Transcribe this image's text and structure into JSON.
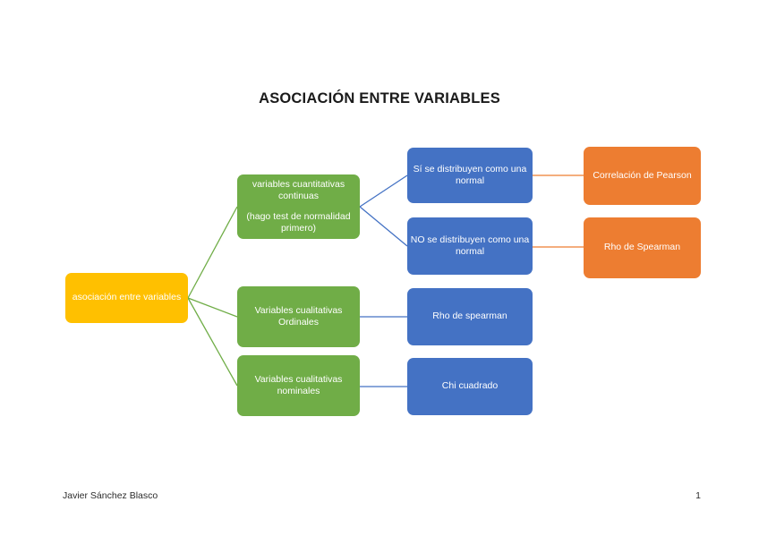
{
  "document": {
    "title": "ASOCIACIÓN ENTRE VARIABLES",
    "footer": {
      "author": "Javier Sánchez Blasco",
      "page_number": "1"
    }
  },
  "diagram": {
    "type": "tree",
    "root": {
      "label": "asociación entre variables",
      "color": "#FFC000"
    },
    "branches": [
      {
        "label_line1": "variables cuantitativas continuas",
        "label_line2": "(hago test de normalidad primero)",
        "color": "#70AD47",
        "children": [
          {
            "label": "Sí se distribuyen como una normal",
            "color": "#4472C4",
            "result": {
              "label": "Correlación de Pearson",
              "color": "#ED7D31"
            }
          },
          {
            "label": "NO se distribuyen como una normal",
            "color": "#4472C4",
            "result": {
              "label": "Rho de Spearman",
              "color": "#ED7D31"
            }
          }
        ]
      },
      {
        "label_line1": "Variables cualitativas Ordinales",
        "color": "#70AD47",
        "children": [
          {
            "label": "Rho de spearman",
            "color": "#4472C4"
          }
        ]
      },
      {
        "label_line1": "Variables cualitativas nominales",
        "color": "#70AD47",
        "children": [
          {
            "label": "Chi cuadrado",
            "color": "#4472C4"
          }
        ]
      }
    ],
    "connector_colors": {
      "root_to_branch": "#70AD47",
      "branch_to_child": "#4472C4",
      "child_to_result": "#ED7D31"
    }
  }
}
